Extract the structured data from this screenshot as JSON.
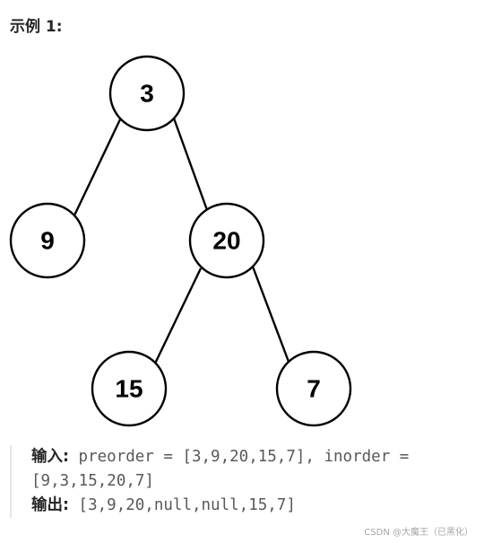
{
  "heading": "示例 1:",
  "tree": {
    "nodes": [
      {
        "id": "n3",
        "label": "3"
      },
      {
        "id": "n9",
        "label": "9"
      },
      {
        "id": "n20",
        "label": "20"
      },
      {
        "id": "n15",
        "label": "15"
      },
      {
        "id": "n7",
        "label": "7"
      }
    ],
    "edges": [
      {
        "from": "3",
        "to": "9"
      },
      {
        "from": "3",
        "to": "20"
      },
      {
        "from": "20",
        "to": "15"
      },
      {
        "from": "20",
        "to": "7"
      }
    ]
  },
  "example": {
    "input_label": "输入:",
    "input_text": "preorder = [3,9,20,15,7], inorder =",
    "input_text_cont": "[9,3,15,20,7]",
    "output_label": "输出:",
    "output_text": "[3,9,20,null,null,15,7]"
  },
  "watermark": "CSDN @大魔王（已黑化）"
}
